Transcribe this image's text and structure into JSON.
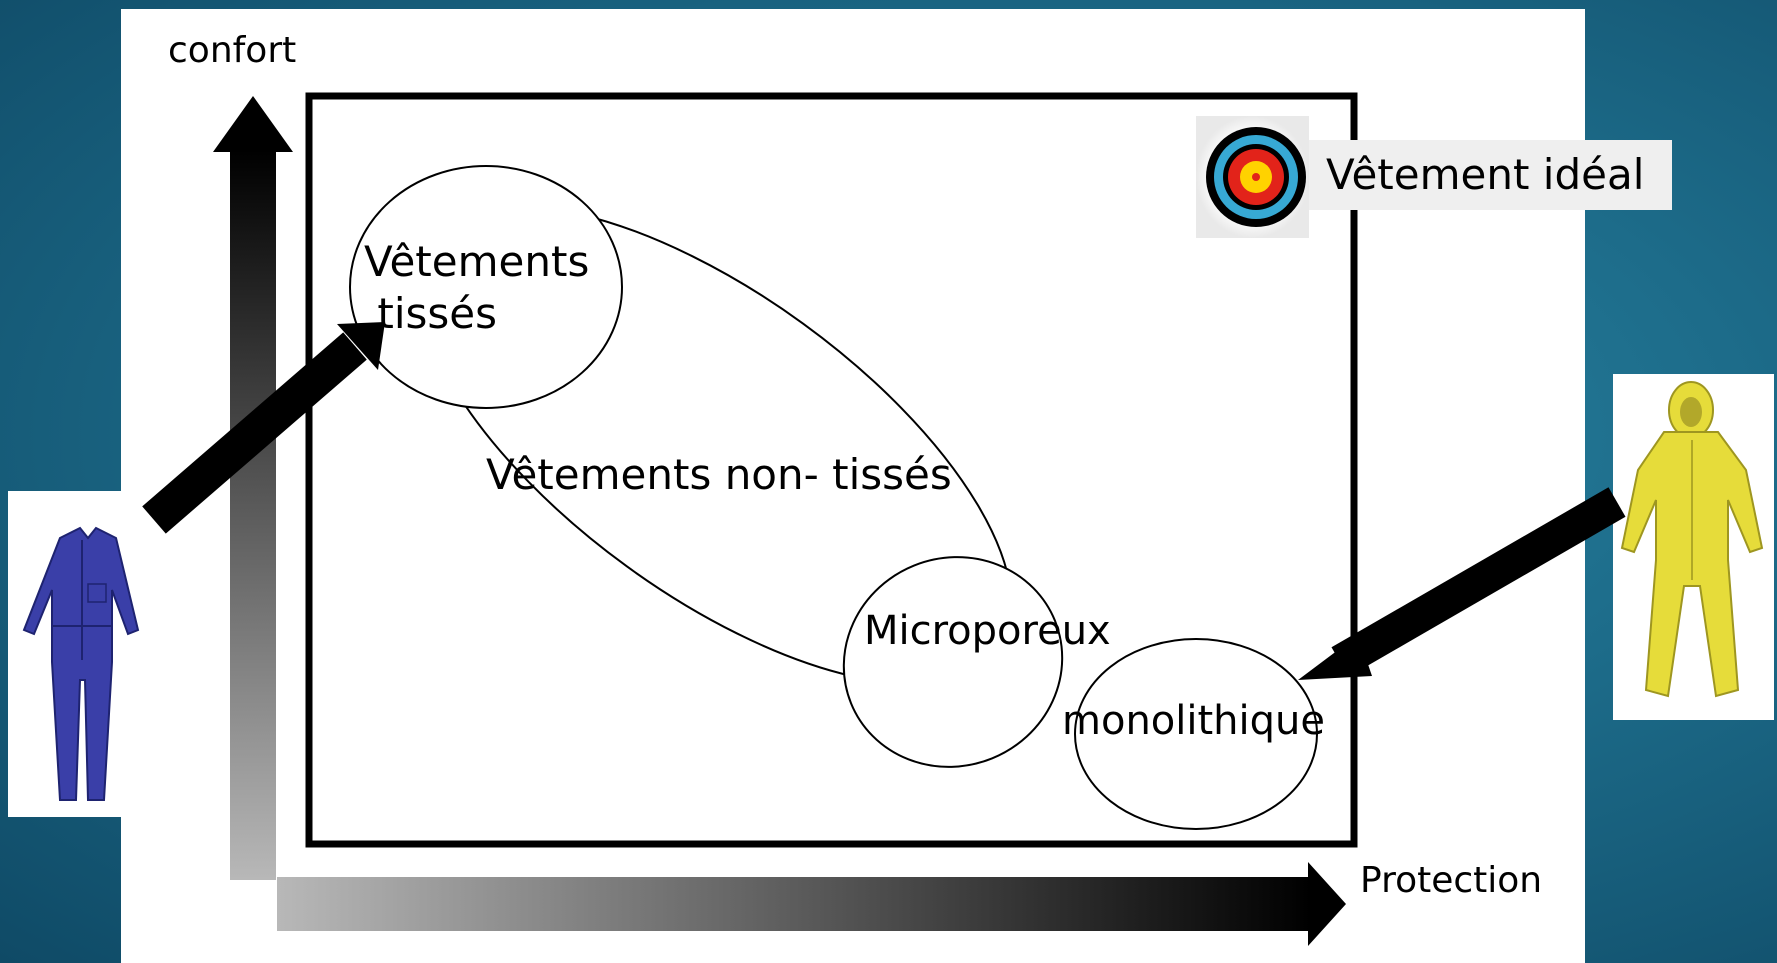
{
  "axes": {
    "y_label": "confort",
    "x_label": "Protection"
  },
  "regions": {
    "woven": "Vêtements\n tissés",
    "nonwoven": "Vêtements non- tissés",
    "microporous": "Microporeux",
    "monolithic": "monolithique"
  },
  "ideal": {
    "label": "Vêtement idéal"
  },
  "icons": {
    "left": "blue-coverall-icon",
    "right": "yellow-hazmat-suit-icon",
    "target": "archery-target-icon"
  },
  "colors": {
    "background": "#1d6c8a",
    "blue_suit": "#3a3fa8",
    "yellow_suit": "#e6dc3a",
    "target_red": "#e2231a",
    "target_blue": "#37a9d4",
    "target_yellow": "#ffd200"
  }
}
